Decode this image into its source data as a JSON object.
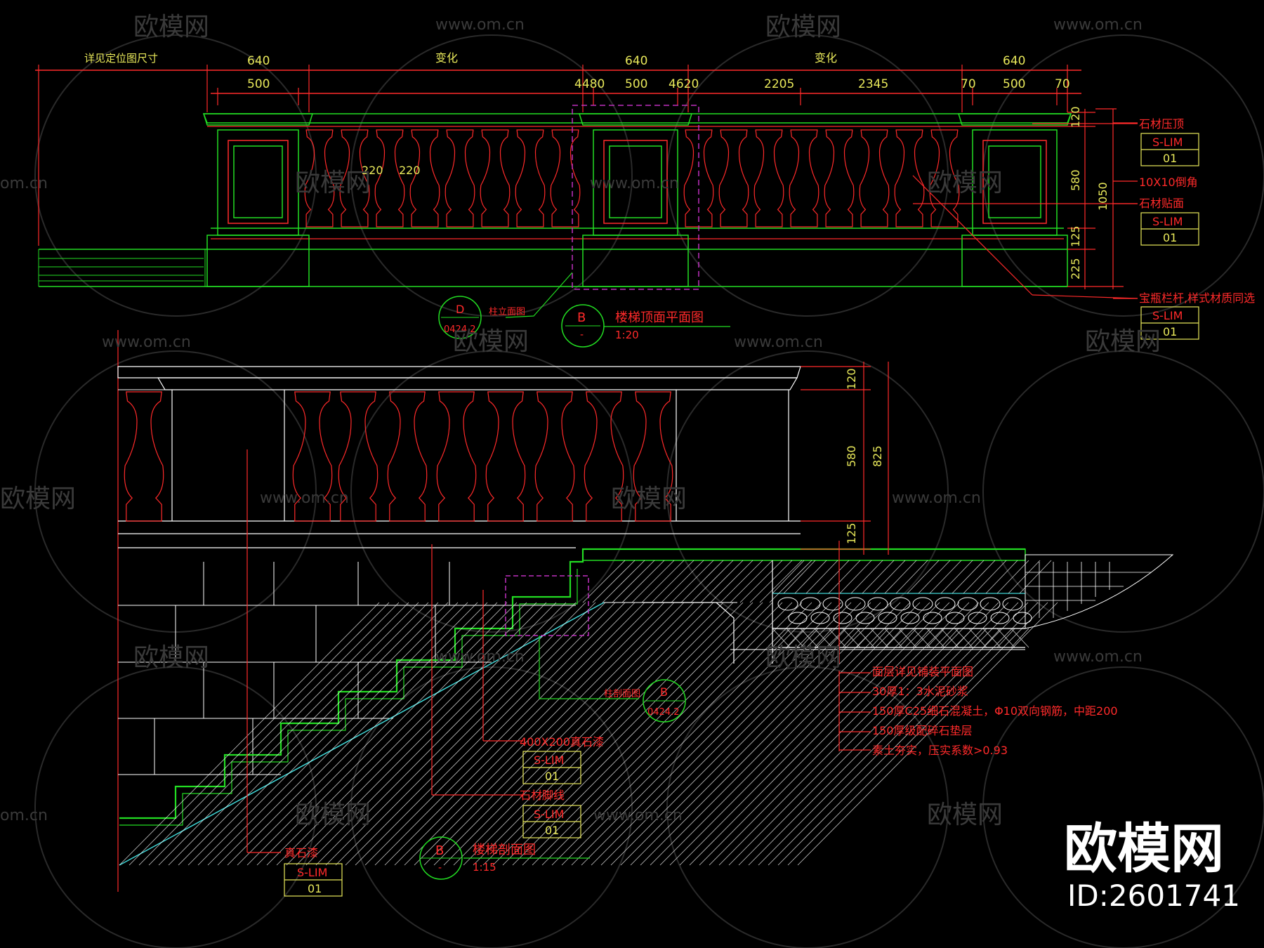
{
  "colors": {
    "bg": "#000000",
    "red": "#ff2a2a",
    "green": "#22dd22",
    "yellow": "#e8e85a",
    "magenta": "#c030c0",
    "cyan": "#40d8d8",
    "white": "#ffffff",
    "wm": "#3a3a3a"
  },
  "elevation": {
    "dims_top": [
      "640",
      "变化",
      "640",
      "变化",
      "640"
    ],
    "dims_second": [
      "500",
      "4480",
      "500",
      "4620",
      "2205",
      "2345",
      "70",
      "500",
      "70"
    ],
    "note_left": "详见定位图尺寸",
    "inner_spacing": [
      "220",
      "220"
    ],
    "right_dims": [
      "120",
      "580",
      "1050",
      "125",
      "225"
    ],
    "callouts": [
      {
        "text": "石材压顶",
        "tag": "S-LIM",
        "num": "01"
      },
      {
        "text": "10X10倒角",
        "tag": "",
        "num": ""
      },
      {
        "text": "石材贴面",
        "tag": "S-LIM",
        "num": "01"
      },
      {
        "text": "宝瓶栏杆,样式材质同选",
        "tag": "S-LIM",
        "num": "01"
      }
    ],
    "detail_ref": {
      "letter": "D",
      "sheet": "0424.2",
      "label": "柱立面图"
    },
    "title": {
      "letter": "B",
      "sub": "-",
      "name": "楼梯顶面平面图",
      "scale": "1:20"
    }
  },
  "section": {
    "right_dims": [
      "120",
      "580",
      "825",
      "125"
    ],
    "detail_ref": {
      "letter": "B",
      "sheet": "0424.2",
      "label": "柱剖面图"
    },
    "layers": [
      "面层详见铺装平面图",
      "30厚1：3水泥砂浆",
      "150厚C25细石混凝土，Φ10双向钢筋，中距200",
      "150厚级配碎石垫层",
      "素土夯实，压实系数>0.93"
    ],
    "callouts": [
      {
        "text": "400X200真石漆",
        "tag": "S-LIM",
        "num": "01"
      },
      {
        "text": "石材脚线",
        "tag": "S-LIM",
        "num": "01"
      },
      {
        "text": "真石漆",
        "tag": "S-LIM",
        "num": "01"
      }
    ],
    "title": {
      "letter": "B",
      "sub": "-",
      "name": "楼梯剖面图",
      "scale": "1:15"
    }
  },
  "watermark": {
    "brand": "欧模网",
    "url": "www.om.cn",
    "url_short": "om.cn",
    "id": "ID:2601741"
  }
}
